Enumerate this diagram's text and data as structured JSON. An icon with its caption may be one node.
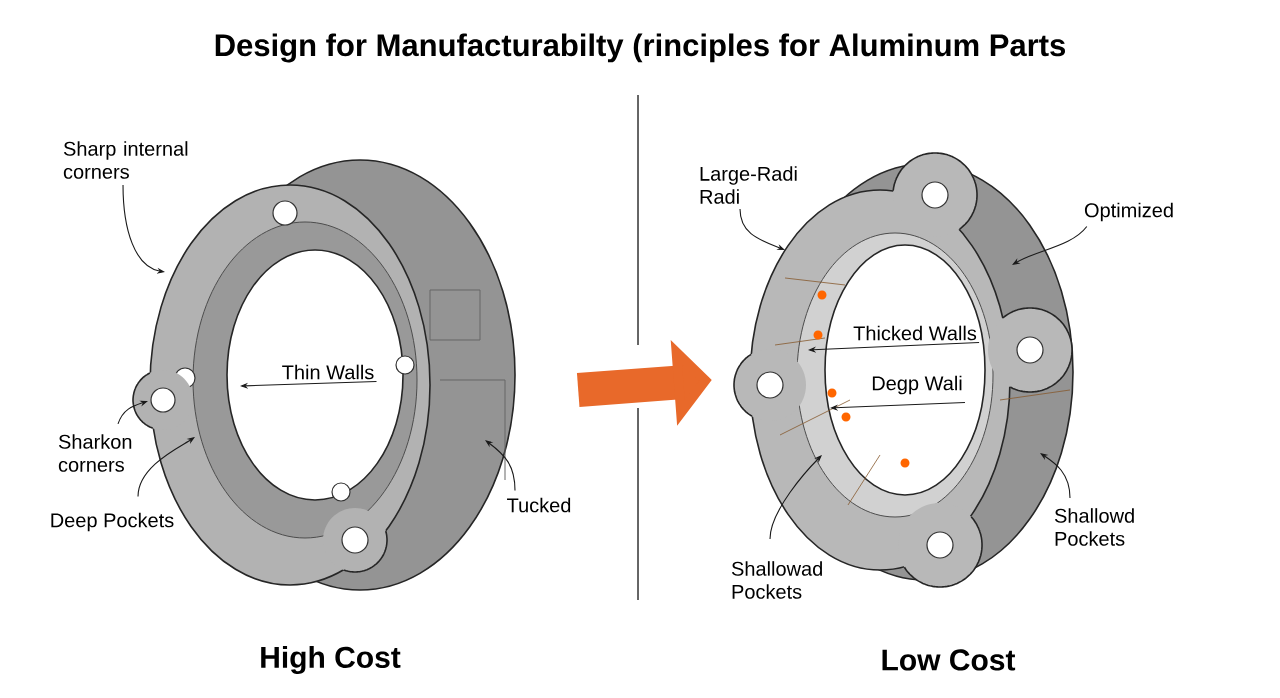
{
  "diagram": {
    "title": "Design for Manufacturabilty (rinciples for Aluminum Parts",
    "nodes": [
      {
        "text": [],
        "shape": "picture"
      },
      {
        "text": [],
        "shape": "picture"
      },
      {
        "text": [
          "Sharp internal corners"
        ]
      },
      {
        "text": [
          "Thin Walls"
        ],
        "in": 0
      },
      {
        "text": [
          "Sharkon corners"
        ]
      },
      {
        "text": [
          "Deep Pockets"
        ]
      },
      {
        "text": [
          "Tucked"
        ]
      },
      {
        "text": [
          "Large-Radi Radi"
        ]
      },
      {
        "text": [
          "Optimized"
        ]
      },
      {
        "text": [
          "Thicked Walls"
        ],
        "in": 1
      },
      {
        "text": [
          "Degp Wali"
        ],
        "in": 1
      },
      {
        "text": [
          "Shallowad Pockets"
        ]
      },
      {
        "text": [
          "Shallowd Pockets"
        ]
      }
    ],
    "edges": [
      {
        "from": 0,
        "to": 1,
        "arrow": "to",
        "style": "thick",
        "color": "#e8692a"
      },
      {
        "from": 2,
        "to": 0,
        "arrow": "to"
      },
      {
        "from": 3,
        "to": 0,
        "arrow": "to"
      },
      {
        "from": 4,
        "to": 0,
        "arrow": "to"
      },
      {
        "from": 5,
        "to": 0,
        "arrow": "to"
      },
      {
        "from": 6,
        "to": 0,
        "arrow": "to"
      },
      {
        "from": 7,
        "to": 1,
        "arrow": "to"
      },
      {
        "from": 8,
        "to": 1,
        "arrow": "to"
      },
      {
        "from": 9,
        "to": 1,
        "arrow": "to"
      },
      {
        "from": 10,
        "to": 1,
        "arrow": "to"
      },
      {
        "from": 11,
        "to": 1,
        "arrow": "to"
      },
      {
        "from": 12,
        "to": 1,
        "arrow": "to"
      }
    ],
    "labels": [
      "High Cost",
      "Low Cost"
    ]
  }
}
